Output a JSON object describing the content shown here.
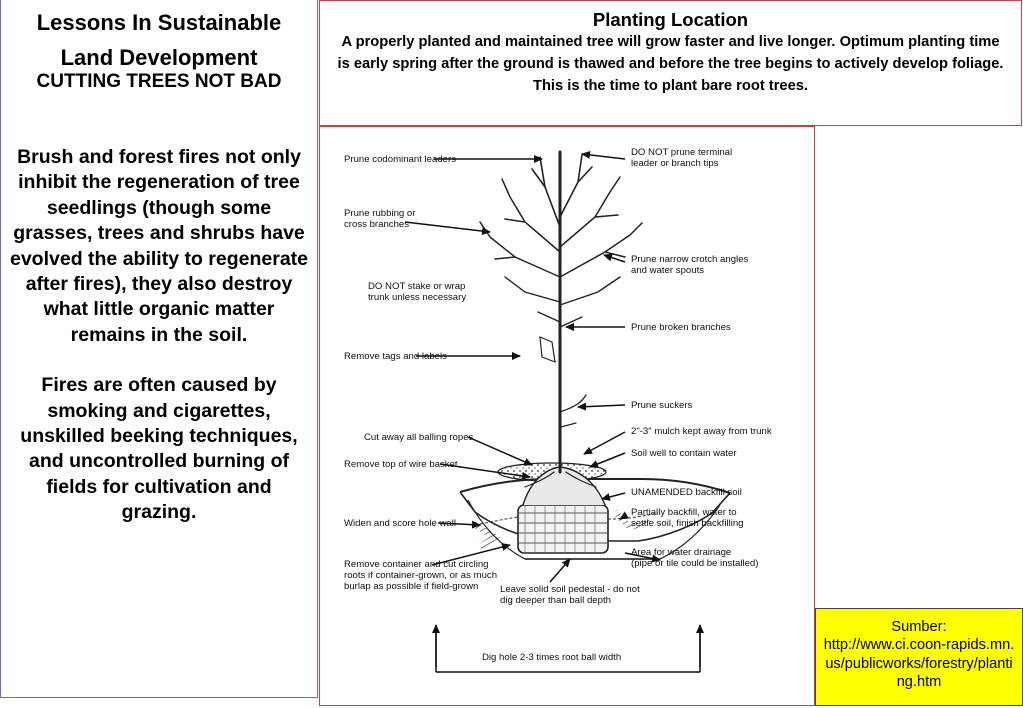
{
  "left_panel": {
    "title_line1": "Lessons In Sustainable",
    "title_line2": "Land Development",
    "subtitle": "CUTTING TREES NOT BAD",
    "paragraph1": "Brush and forest fires not only inhibit the regeneration of tree seedlings (though some grasses, trees and shrubs have evolved the ability to regenerate after fires), they also destroy what little organic matter remains in the soil.",
    "paragraph2": "Fires are often caused by smoking and cigarettes, unskilled beeking techniques, and uncontrolled burning of fields for cultivation and grazing."
  },
  "top_box": {
    "heading": "Planting Location",
    "body": "A properly planted and maintained tree will grow faster and live longer. Optimum planting time is early spring after the ground is thawed and before the tree begins to actively develop foliage. This is the time to plant bare root trees."
  },
  "diagram": {
    "labels": {
      "prune_codominant": [
        "Prune codominant leaders"
      ],
      "do_not_prune_terminal": [
        "DO NOT prune terminal",
        "leader or branch tips"
      ],
      "prune_rubbing": [
        "Prune rubbing or",
        "cross branches"
      ],
      "prune_narrow": [
        "Prune narrow crotch angles",
        "and water spouts"
      ],
      "do_not_stake": [
        "DO NOT stake or wrap",
        "trunk unless necessary"
      ],
      "prune_broken": [
        "Prune broken branches"
      ],
      "remove_tags": [
        "Remove tags and labels"
      ],
      "prune_suckers": [
        "Prune suckers"
      ],
      "mulch": [
        "2\"-3\" mulch kept away from trunk"
      ],
      "cut_ropes": [
        "Cut away all balling ropes"
      ],
      "soil_well": [
        "Soil well to contain water"
      ],
      "remove_wire": [
        "Remove top of wire basket"
      ],
      "unamended": [
        "UNAMENDED backfill soil"
      ],
      "widen_hole": [
        "Widen and score hole wall"
      ],
      "partially_backfill": [
        "Partially backfill, water to",
        "settle soil, finish backfilling"
      ],
      "area_drainage": [
        "Area for water drainage",
        "(pipe or tile could be installed)"
      ],
      "remove_container": [
        "Remove container and cut circling",
        "roots if container-grown, or as much",
        "burlap as possible if field-grown"
      ],
      "leave_pedestal": [
        "Leave solid soil pedestal - do not",
        "dig deeper than ball depth"
      ],
      "dig_hole": [
        "Dig hole 2-3 times root ball width"
      ]
    }
  },
  "source_box": {
    "line1": "Sumber:",
    "line2": "http://www.ci.coon-rapids.mn.us/publicworks/forestry/planting.htm"
  }
}
